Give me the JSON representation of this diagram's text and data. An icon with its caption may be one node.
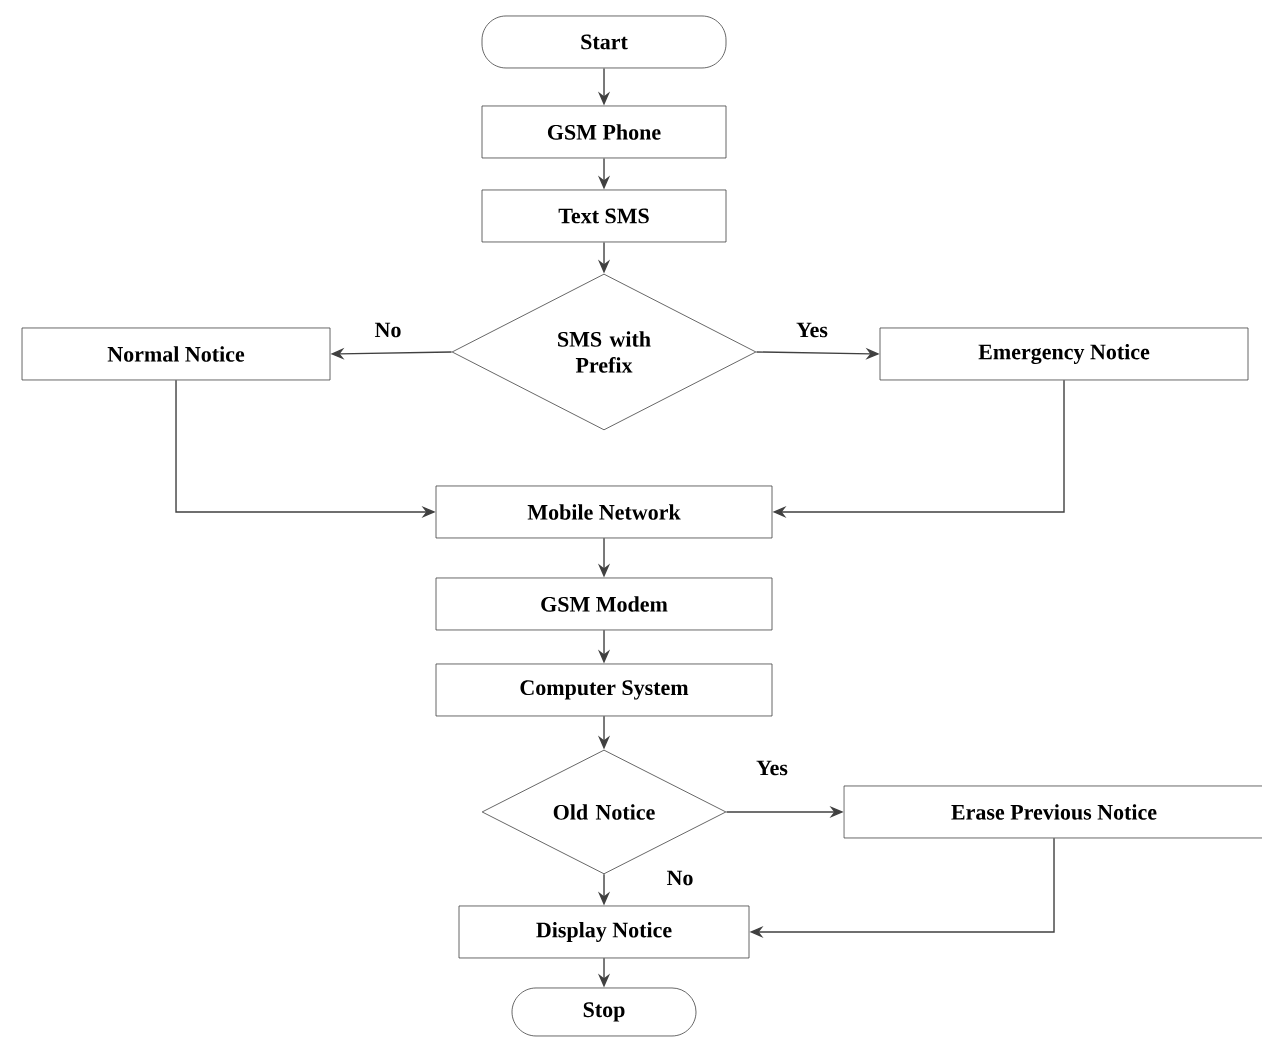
{
  "diagram": {
    "nodes": [
      {
        "text": [
          "Start"
        ]
      },
      {
        "text": [
          "GSM Phone"
        ]
      },
      {
        "text": [
          "Text SMS"
        ]
      },
      {
        "text": [
          "SMS with Prefix"
        ]
      },
      {
        "text": [
          "Normal Notice"
        ]
      },
      {
        "text": [
          "Emergency Notice"
        ]
      },
      {
        "text": [
          "Mobile Network"
        ]
      },
      {
        "text": [
          "GSM Modem"
        ]
      },
      {
        "text": [
          "Computer System"
        ]
      },
      {
        "text": [
          "Old Notice"
        ]
      },
      {
        "text": [
          "Erase Previous Notice"
        ]
      },
      {
        "text": [
          "Display Notice"
        ]
      },
      {
        "text": [
          "Stop"
        ]
      }
    ],
    "edges": [
      {
        "from": 0,
        "to": 1,
        "arrow": "to"
      },
      {
        "from": 1,
        "to": 2,
        "arrow": "to"
      },
      {
        "from": 2,
        "to": 3,
        "arrow": "to"
      },
      {
        "from": 3,
        "to": 4,
        "arrow": "to",
        "label": "No"
      },
      {
        "from": 3,
        "to": 5,
        "arrow": "to",
        "label": "Yes"
      },
      {
        "from": 4,
        "to": 6,
        "arrow": "to"
      },
      {
        "from": 5,
        "to": 6,
        "arrow": "to"
      },
      {
        "from": 6,
        "to": 7,
        "arrow": "to"
      },
      {
        "from": 7,
        "to": 8,
        "arrow": "to"
      },
      {
        "from": 8,
        "to": 9,
        "arrow": "to"
      },
      {
        "from": 9,
        "to": 10,
        "arrow": "to",
        "label": "Yes"
      },
      {
        "from": 9,
        "to": 11,
        "arrow": "to",
        "label": "No"
      },
      {
        "from": 10,
        "to": 11,
        "arrow": "to"
      },
      {
        "from": 11,
        "to": 12,
        "arrow": "to"
      }
    ]
  }
}
